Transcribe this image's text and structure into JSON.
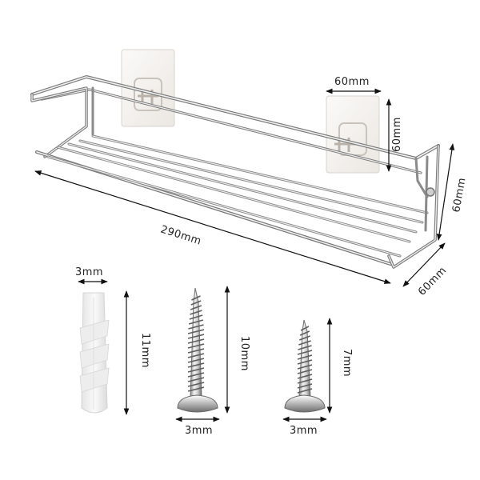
{
  "dimensions": {
    "hook_width": "60mm",
    "hook_height": "60mm",
    "rack_length": "290mm",
    "rack_height": "60mm",
    "rack_depth": "60mm",
    "anchor_diameter": "3mm",
    "anchor_length": "11mm",
    "screw_large_length": "10mm",
    "screw_large_diameter": "3mm",
    "screw_small_length": "7mm",
    "screw_small_diameter": "3mm"
  },
  "colors": {
    "steel_light": "#f2f2f2",
    "steel_dark": "#7a7a7a",
    "hook_pad": "#f4f1ee",
    "anchor": "#f1f1f1"
  }
}
